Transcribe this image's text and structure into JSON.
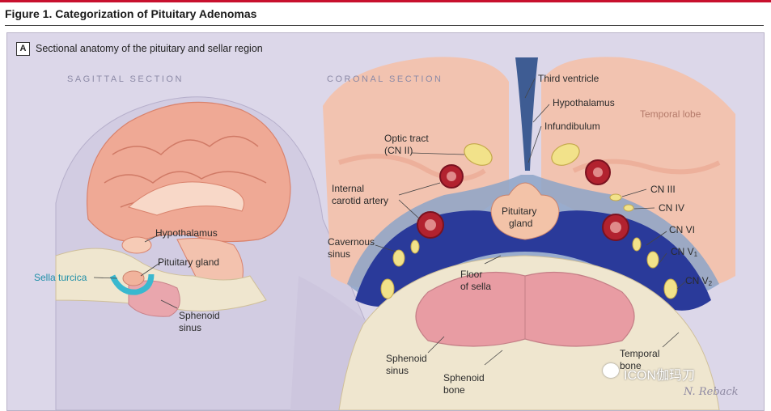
{
  "figure": {
    "title": "Figure 1. Categorization of Pituitary Adenomas",
    "panel_letter": "A",
    "panel_title": "Sectional anatomy of the pituitary and sellar region"
  },
  "sections": {
    "sagittal": "SAGITTAL SECTION",
    "coronal": "CORONAL SECTION"
  },
  "sagittal_labels": {
    "hypothalamus": "Hypothalamus",
    "pituitary_gland": "Pituitary gland",
    "sella_turcica": "Sella turcica",
    "sphenoid_sinus_1": "Sphenoid",
    "sphenoid_sinus_2": "sinus"
  },
  "coronal_labels": {
    "third_ventricle": "Third ventricle",
    "hypothalamus": "Hypothalamus",
    "infundibulum": "Infundibulum",
    "temporal_lobe": "Temporal lobe",
    "optic_tract_1": "Optic tract",
    "optic_tract_2": "(CN II)",
    "internal_carotid_1": "Internal",
    "internal_carotid_2": "carotid artery",
    "pituitary_gland_1": "Pituitary",
    "pituitary_gland_2": "gland",
    "cn3": "CN III",
    "cn4": "CN IV",
    "cn6": "CN VI",
    "cn_v1_main": "CN V",
    "cn_v1_sub": "1",
    "cn_v2_main": "CN V",
    "cn_v2_sub": "2",
    "cavernous_sinus_1": "Cavernous",
    "cavernous_sinus_2": "sinus",
    "floor_sella_1": "Floor",
    "floor_sella_2": "of sella",
    "sphenoid_sinus_1": "Sphenoid",
    "sphenoid_sinus_2": "sinus",
    "sphenoid_bone_1": "Sphenoid",
    "sphenoid_bone_2": "bone",
    "temporal_bone_1": "Temporal",
    "temporal_bone_2": "bone"
  },
  "watermark": "ICON伽玛刀",
  "signature": "N. Reback",
  "colors": {
    "accent_red": "#c8102e",
    "sella_teal": "#1f8fa8",
    "gland_pink": "#f0b8a0",
    "cavernous_blue": "#2a3a9a",
    "bone_tan": "#efe6cf"
  }
}
